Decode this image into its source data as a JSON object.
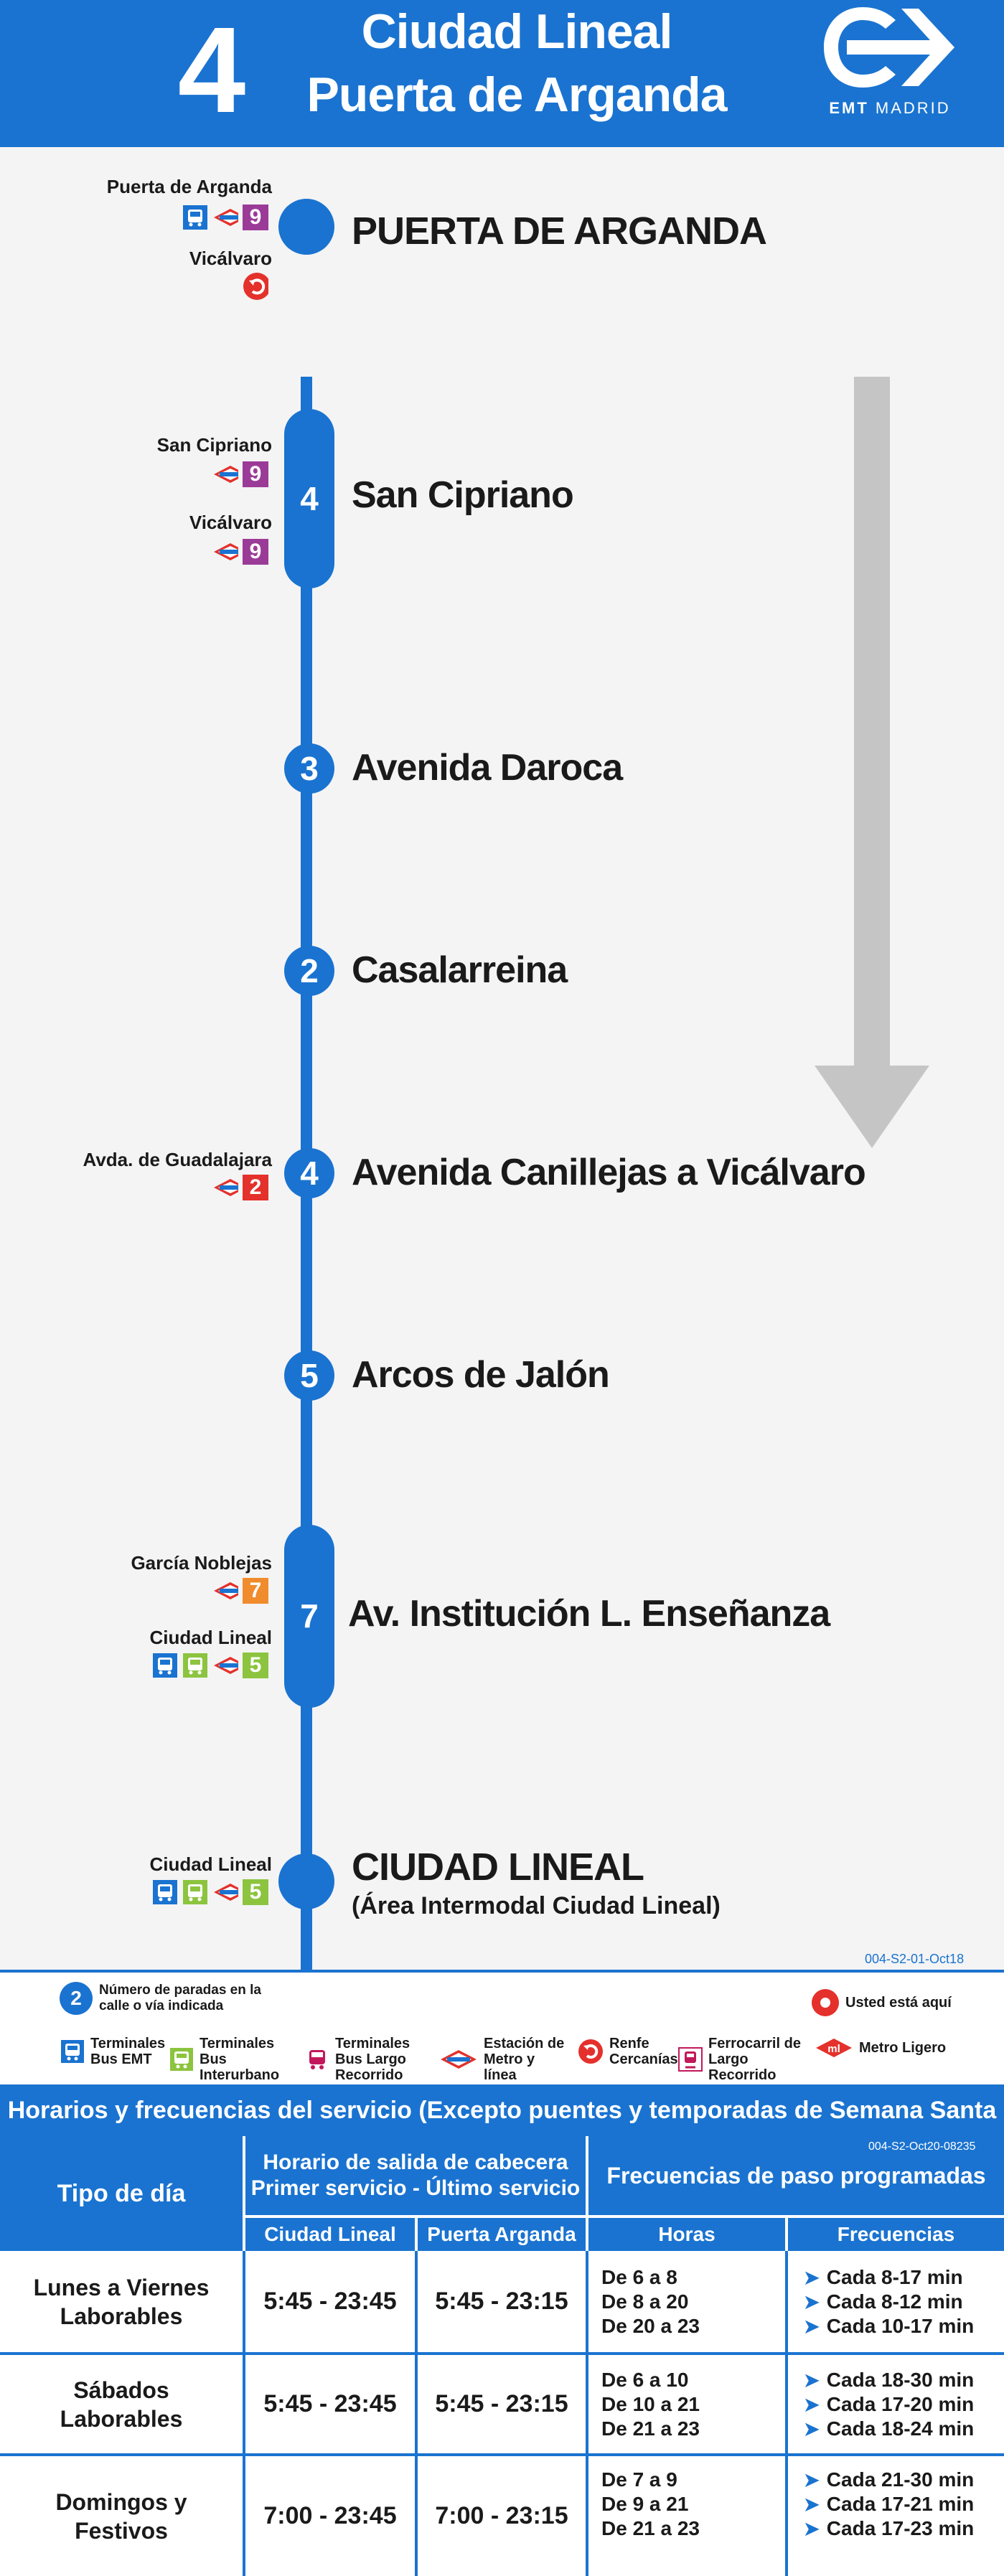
{
  "header": {
    "route_number": "4",
    "title_line1": "Ciudad Lineal",
    "title_line2": "Puerta de Arganda",
    "logo_text_bold": "EMT",
    "logo_text_rest": "MADRID"
  },
  "stops": [
    {
      "label": "PUERTA DE ARGANDA",
      "count": ""
    },
    {
      "label": "San Cipriano",
      "count": "4"
    },
    {
      "label": "Avenida Daroca",
      "count": "3"
    },
    {
      "label": "Casalarreina",
      "count": "2"
    },
    {
      "label": "Avenida Canillejas a Vicálvaro",
      "count": "4"
    },
    {
      "label": "Arcos de Jalón",
      "count": "5"
    },
    {
      "label": "Av. Institución L. Enseñanza",
      "count": "7"
    },
    {
      "label": "CIUDAD LINEAL",
      "sub": "(Área Intermodal Ciudad Lineal)",
      "count": ""
    }
  ],
  "transfers": {
    "puerta_arganda": "Puerta de Arganda",
    "vicalvaro_renfe": "Vicálvaro",
    "san_cipriano": "San Cipriano",
    "vicalvaro_metro": "Vicálvaro",
    "guadalajara": "Avda. de Guadalajara",
    "garcia_noblejas": "García Noblejas",
    "ciudad_lineal_a": "Ciudad Lineal",
    "ciudad_lineal_b": "Ciudad Lineal"
  },
  "metro_lines": {
    "l9": "9",
    "l2": "2",
    "l7": "7",
    "l5": "5"
  },
  "colors": {
    "emt_blue": "#1a73d0",
    "metro_9": "#9b3b98",
    "metro_2": "#e4312b",
    "metro_7": "#f08c2d",
    "metro_5": "#8cc43f",
    "arrow_gray": "#c5c5c5"
  },
  "code_map": "004-S2-01-Oct18",
  "legend": {
    "stops_count": "Número de paradas en la calle o vía indicada",
    "you_are_here": "Usted está aquí",
    "bus_emt": "Terminales Bus EMT",
    "bus_interurbano": "Terminales Bus Interurbano",
    "bus_largo": "Terminales Bus Largo Recorrido",
    "metro": "Estación de Metro y línea",
    "renfe": "Renfe Cercanías",
    "ferrocarril": "Ferrocarril de Largo Recorrido",
    "metro_ligero": "Metro Ligero"
  },
  "schedule": {
    "title": "Horarios y frecuencias del servicio (Excepto puentes y temporadas de Semana Santa y Verano)",
    "code": "004-S2-Oct20-08235",
    "col_day": "Tipo de día",
    "col_departure_1": "Horario de salida de cabecera",
    "col_departure_2": "Primer servicio - Último servicio",
    "col_freq": "Frecuencias de paso programadas",
    "sub_ciudad": "Ciudad Lineal",
    "sub_puerta": "Puerta Arganda",
    "sub_horas": "Horas",
    "sub_freqs": "Frecuencias",
    "rows": [
      {
        "day1": "Lunes a Viernes",
        "day2": "Laborables",
        "ciudad": "5:45 - 23:45",
        "puerta": "5:45 - 23:15",
        "h1": "De 6 a 8",
        "h2": "De 8 a 20",
        "h3": "De 20 a 23",
        "f1": "Cada 8-17 min",
        "f2": "Cada 8-12 min",
        "f3": "Cada 10-17 min"
      },
      {
        "day1": "Sábados",
        "day2": "Laborables",
        "ciudad": "5:45 - 23:45",
        "puerta": "5:45 - 23:15",
        "h1": "De 6 a 10",
        "h2": "De 10 a 21",
        "h3": "De 21 a 23",
        "f1": "Cada 18-30 min",
        "f2": "Cada 17-20 min",
        "f3": "Cada 18-24 min"
      },
      {
        "day1": "Domingos y",
        "day2": "Festivos",
        "ciudad": "7:00 - 23:45",
        "puerta": "7:00 - 23:15",
        "h1": "De 7 a 9",
        "h2": "De 9 a 21",
        "h3": "De 21 a 23",
        "f1": "Cada 21-30 min",
        "f2": "Cada 17-21 min",
        "f3": "Cada 17-23 min"
      }
    ]
  }
}
